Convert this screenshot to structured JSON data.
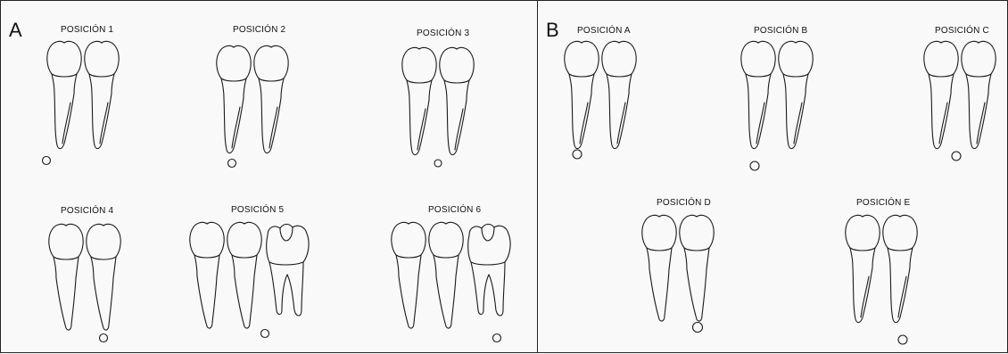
{
  "panels": [
    {
      "letter": "A",
      "positions": [
        {
          "label": "POSICIÓN 1",
          "teeth": 2
        },
        {
          "label": "POSICIÓN 2",
          "teeth": 2
        },
        {
          "label": "POSICIÓN 3",
          "teeth": 2
        },
        {
          "label": "POSICIÓN 4",
          "teeth": 2
        },
        {
          "label": "POSICIÓN 5",
          "teeth": 3
        },
        {
          "label": "POSICIÓN 6",
          "teeth": 3
        }
      ]
    },
    {
      "letter": "B",
      "positions": [
        {
          "label": "POSICIÓN A",
          "teeth": 2
        },
        {
          "label": "POSICIÓN B",
          "teeth": 2
        },
        {
          "label": "POSICIÓN C",
          "teeth": 2
        },
        {
          "label": "POSICIÓN D",
          "teeth": 2
        },
        {
          "label": "POSICIÓN E",
          "teeth": 2
        }
      ]
    }
  ]
}
